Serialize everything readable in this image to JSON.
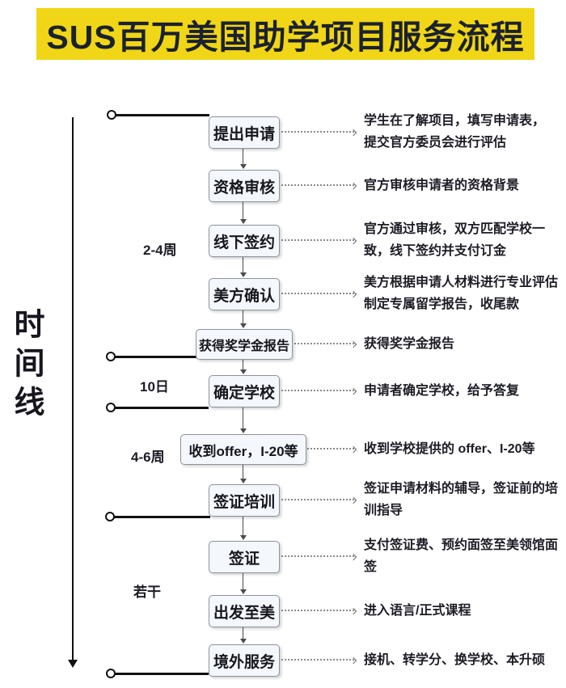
{
  "title": "SUS百万美国助学项目服务流程",
  "timeline": {
    "label": "时间线"
  },
  "colors": {
    "banner_bg": "#F0D616",
    "banner_text": "#1B2130",
    "box_fill": "#F4F7FB",
    "box_border": "#8D939C",
    "timeline_black": "#111111",
    "connector_gray": "#8A8A8A",
    "text_dark": "#16161F"
  },
  "durations": [
    {
      "label": "2-4周"
    },
    {
      "label": "10日"
    },
    {
      "label": "4-6周"
    },
    {
      "label": "若干"
    }
  ],
  "steps": [
    {
      "label": "提出申请",
      "desc": "学生在了解项目，填写申请表，\n提交官方委员会进行评估"
    },
    {
      "label": "资格审核",
      "desc": "官方审核申请者的资格背景"
    },
    {
      "label": "线下签约",
      "desc": "官方通过审核，双方匹配学校一\n致，线下签约并支付订金"
    },
    {
      "label": "美方确认",
      "desc": "美方根据申请人材料进行专业评估\n制定专属留学报告，收尾款"
    },
    {
      "label": "获得奖学金报告",
      "desc": "获得奖学金报告"
    },
    {
      "label": "确定学校",
      "desc": "申请者确定学校，给予答复"
    },
    {
      "label": "收到offer，I-20等",
      "desc": "收到学校提供的 offer、I-20等"
    },
    {
      "label": "签证培训",
      "desc": "签证申请材料的辅导，签证前的培\n训指导"
    },
    {
      "label": "签证",
      "desc": "支付签证费、预约面签至美领馆面\n签"
    },
    {
      "label": "出发至美",
      "desc": "进入语言/正式课程"
    },
    {
      "label": "境外服务",
      "desc": "接机、转学分、换学校、本升硕"
    }
  ]
}
